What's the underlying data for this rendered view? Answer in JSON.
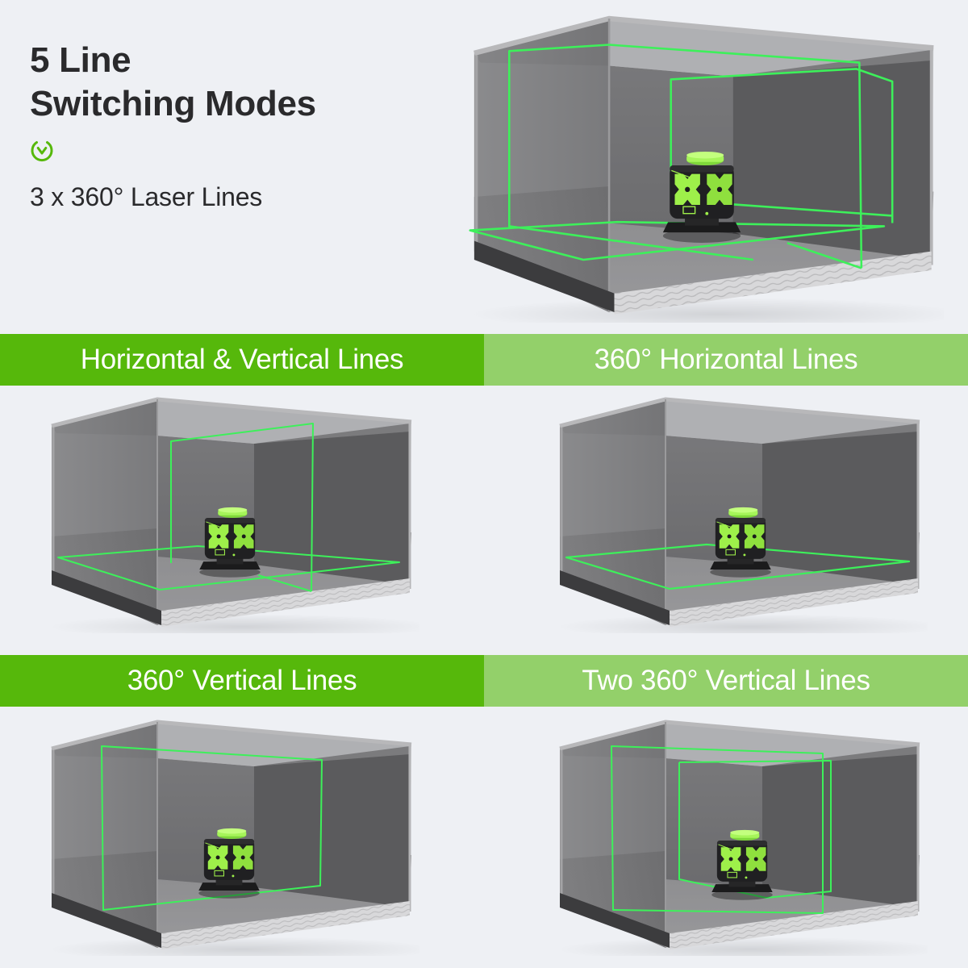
{
  "header": {
    "title_line1": "5 Line",
    "title_line2": "Switching Modes",
    "icon": "check-circle-icon",
    "subtitle": "3 x 360° Laser Lines"
  },
  "colors": {
    "background": "#eef0f4",
    "banner_primary": "#56b80b",
    "banner_secondary": "#93d06a",
    "laser_green": "#3df05a",
    "device_green": "#9ef04a",
    "title_text": "#2a2a2c",
    "banner_text": "#ffffff"
  },
  "hero": {
    "mode": "3 x 360° Laser Lines",
    "illustration": "room-with-laser-level"
  },
  "modes": [
    {
      "label": "Horizontal & Vertical Lines",
      "style": "primary",
      "illustration": "room-h-and-v-lines"
    },
    {
      "label": "360° Horizontal Lines",
      "style": "secondary",
      "illustration": "room-horizontal-line"
    },
    {
      "label": "360° Vertical Lines",
      "style": "primary",
      "illustration": "room-vertical-line"
    },
    {
      "label": "Two 360° Vertical Lines",
      "style": "secondary",
      "illustration": "room-two-vertical-lines"
    }
  ]
}
